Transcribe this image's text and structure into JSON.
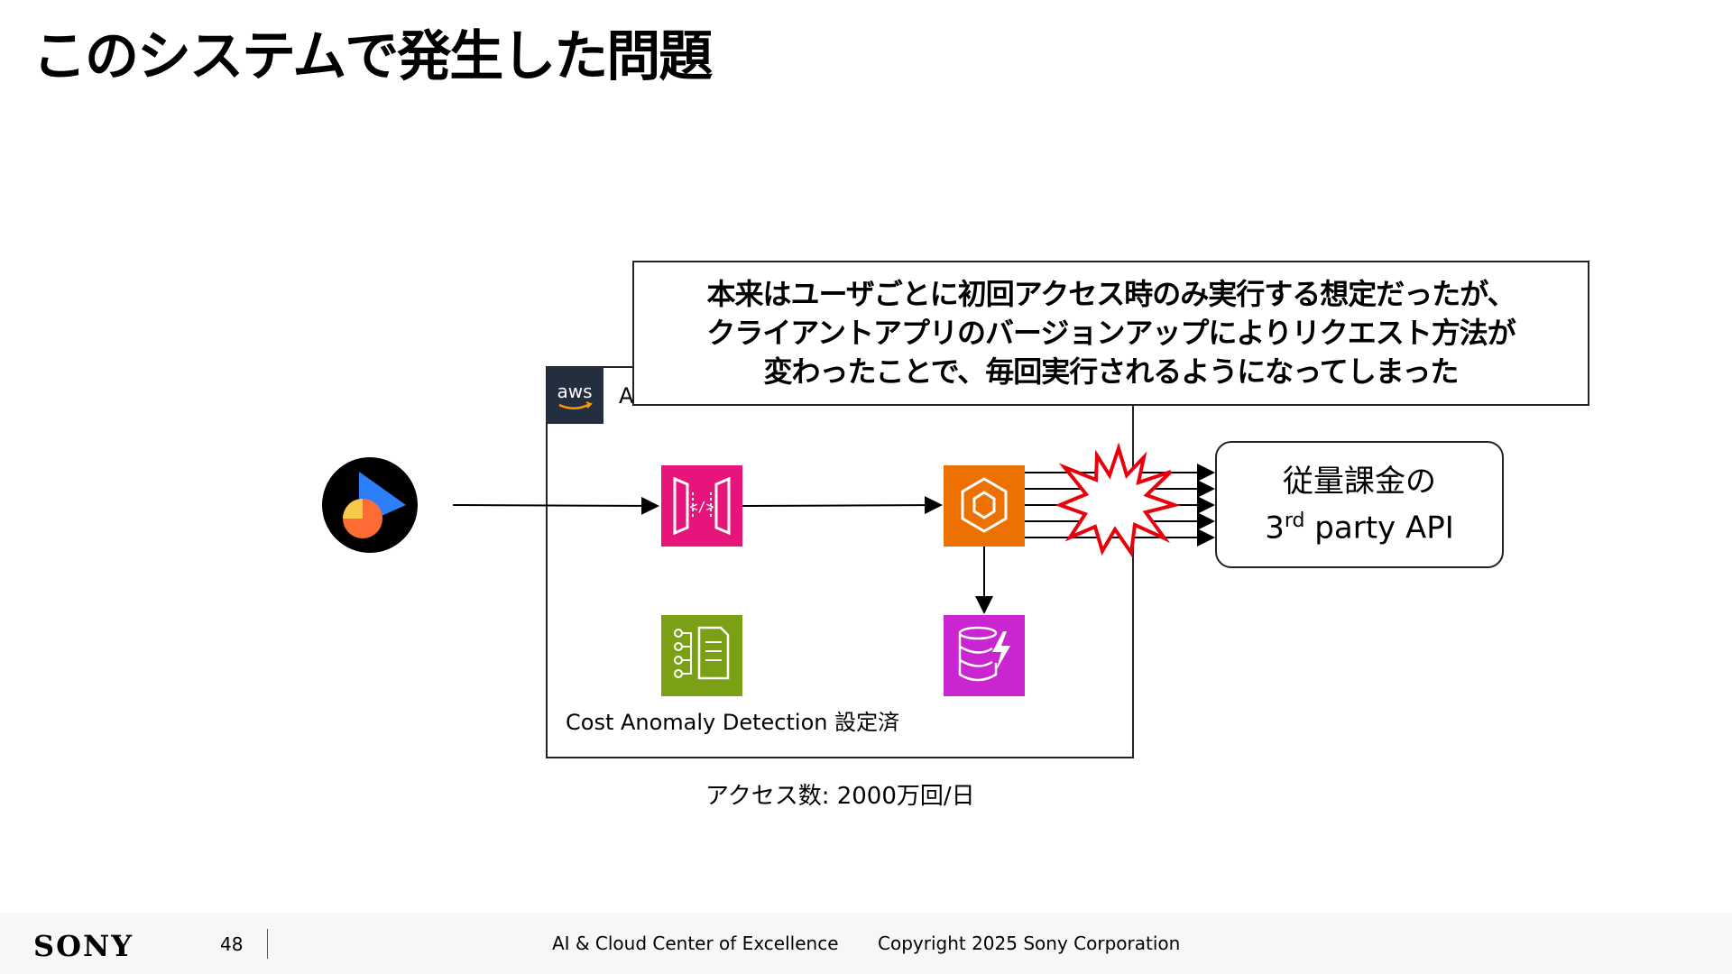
{
  "title": "このシステムで発生した問題",
  "callout": {
    "line1": "本来はユーザごとに初回アクセス時のみ実行する想定だったが、",
    "line2": "クライアントアプリのバージョンアップによりリクエスト方法が",
    "line3": "変わったことで、毎回実行されるようになってしまった"
  },
  "aws": {
    "logo_text": "aws",
    "label_visible": "A"
  },
  "icons": {
    "client": "client-app-icon",
    "api_gateway": "api-gateway-icon",
    "compute": "compute-icon",
    "database": "dynamodb-icon",
    "cost_anomaly": "cost-anomaly-icon",
    "explosion": "explosion-icon"
  },
  "external_api": {
    "line1": "従量課金の",
    "line2_prefix": "3",
    "line2_sup": "rd",
    "line2_suffix": " party API"
  },
  "cost_anomaly_label": "Cost Anomaly Detection 設定済",
  "access_label": "アクセス数: 2000万回/日",
  "footer": {
    "brand": "SONY",
    "page": "48",
    "center": "AI & Cloud Center of Excellence",
    "copyright": "Copyright 2025 Sony Corporation"
  },
  "colors": {
    "api_gateway": "#E7157B",
    "compute": "#ED7100",
    "database": "#C925D1",
    "cost_anomaly": "#7AA116",
    "aws_badge": "#232F3E",
    "explosion": "#E8000B"
  }
}
